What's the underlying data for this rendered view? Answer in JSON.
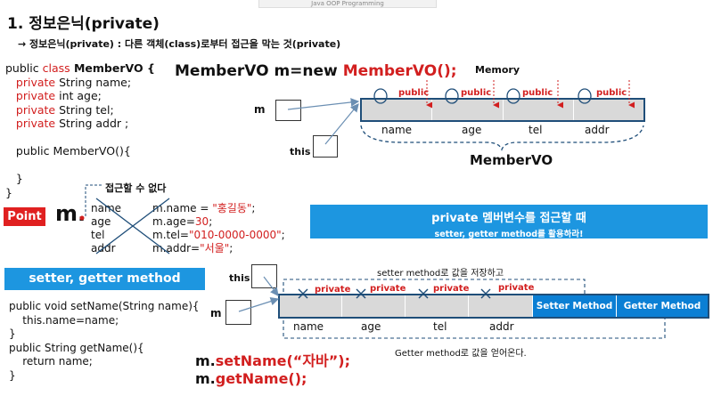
{
  "header": {
    "caption": "Java OOP Programming"
  },
  "title": {
    "number": "1.",
    "text": "정보은닉(private)"
  },
  "subtitle": "→ 정보은닉(private) : 다른 객체(class)로부터 접근을 막는 것(private)",
  "code_class": {
    "line1_pre": "public ",
    "line1_kw": "class",
    "line1_post": " MemberVO {",
    "fields": [
      {
        "kw": "private",
        "rest": " String name;"
      },
      {
        "kw": "private",
        "rest": " int age;"
      },
      {
        "kw": "private",
        "rest": " String tel;"
      },
      {
        "kw": "private",
        "rest": " String addr ;"
      }
    ],
    "ctor": "public MemberVO(){",
    "close_inner": "}",
    "close_outer": "}"
  },
  "statement": {
    "left": "MemberVO m=new ",
    "right": "MemberVO();"
  },
  "memory": {
    "label": "Memory",
    "public_label": "public",
    "fields": [
      "name",
      "age",
      "tel",
      "addr"
    ],
    "brace_label": "MemberVO",
    "m_label": "m",
    "this_label": "this"
  },
  "point": {
    "badge": "Point",
    "var": "m.",
    "no_access": "접근할 수 없다",
    "fields": [
      "name",
      "age",
      "tel",
      "addr"
    ],
    "assigns": [
      {
        "pre": "m.name = ",
        "val": "\"홍길동\"",
        "post": ";"
      },
      {
        "pre": "m.age=",
        "val": "30",
        "post": ";"
      },
      {
        "pre": "m.tel=",
        "val": "\"010-0000-0000\"",
        "post": ";"
      },
      {
        "pre": "m.addr=",
        "val": "\"서울\"",
        "post": ";"
      }
    ]
  },
  "banner": {
    "line1": "private 멤버변수를 접근할 때",
    "line2": "setter, getter method를 활용하라!"
  },
  "setter_getter": {
    "heading": "setter, getter method",
    "code": [
      "public void setName(String name){",
      "    this.name=name;",
      "}",
      "public String getName(){",
      "    return name;",
      "}"
    ]
  },
  "memory2": {
    "this_label": "this",
    "m_label": "m",
    "private_label": "private",
    "fields": [
      "name",
      "age",
      "tel",
      "addr"
    ],
    "setter_label": "Setter Method",
    "getter_label": "Getter Method",
    "setter_caption": "setter method로 값을 저장하고",
    "getter_caption": "Getter method로 값을 얻어온다."
  },
  "calls": {
    "set_pre": "m.",
    "set_call": "setName(“자바”);",
    "get_pre": "m.",
    "get_call": "getName();"
  }
}
